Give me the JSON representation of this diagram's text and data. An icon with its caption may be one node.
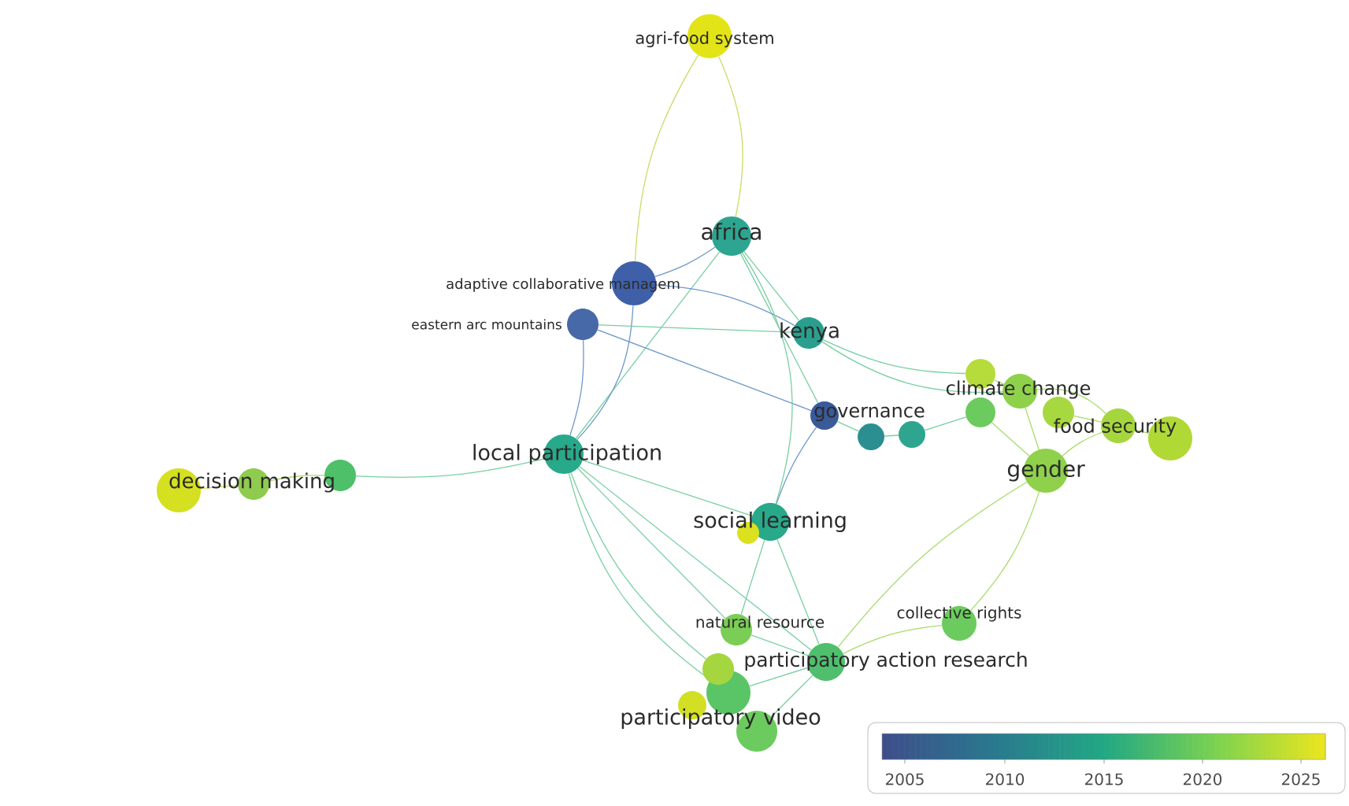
{
  "diagram": {
    "nodes": [
      {
        "text": [
          "agri-food system"
        ]
      },
      {
        "text": [
          "africa"
        ]
      },
      {
        "text": [
          "adaptive collaborative managem"
        ]
      },
      {
        "text": [
          "eastern arc mountains"
        ]
      },
      {
        "text": [
          "kenya"
        ]
      },
      {
        "text": [
          "governance"
        ]
      },
      {
        "text": [],
        "shape": "circle"
      },
      {
        "text": [],
        "shape": "circle"
      },
      {
        "text": [
          "climate change"
        ]
      },
      {
        "text": [],
        "shape": "circle"
      },
      {
        "text": [],
        "shape": "circle"
      },
      {
        "text": [
          "food security"
        ]
      },
      {
        "text": [],
        "shape": "circle"
      },
      {
        "text": [],
        "shape": "circle"
      },
      {
        "text": [
          "gender"
        ]
      },
      {
        "text": [
          "local participation"
        ]
      },
      {
        "text": [
          "decision making"
        ]
      },
      {
        "text": [],
        "shape": "circle"
      },
      {
        "text": [],
        "shape": "circle"
      },
      {
        "text": [
          "social learning"
        ]
      },
      {
        "text": [],
        "shape": "circle"
      },
      {
        "text": [
          "natural resource"
        ]
      },
      {
        "text": [
          "collective rights"
        ]
      },
      {
        "text": [
          "participatory action research"
        ]
      },
      {
        "text": [
          "participatory video"
        ]
      },
      {
        "text": [],
        "shape": "circle"
      },
      {
        "text": [],
        "shape": "circle"
      },
      {
        "text": [],
        "shape": "circle"
      }
    ],
    "edges": [
      {
        "from": 0,
        "to": 1,
        "arrow": "none",
        "color": "#c4df63"
      },
      {
        "from": 0,
        "to": 2,
        "arrow": "none",
        "color": "#c4df63"
      },
      {
        "from": 1,
        "to": 2,
        "arrow": "none",
        "color": "#6e98c8"
      },
      {
        "from": 1,
        "to": 4,
        "arrow": "none"
      },
      {
        "from": 1,
        "to": 15,
        "arrow": "none"
      },
      {
        "from": 1,
        "to": 5,
        "arrow": "none"
      },
      {
        "from": 2,
        "to": 15,
        "arrow": "none",
        "color": "#6e98c8"
      },
      {
        "from": 3,
        "to": 15,
        "arrow": "none",
        "color": "#6e98c8"
      },
      {
        "from": 2,
        "to": 4,
        "arrow": "none",
        "color": "#6e98c8"
      },
      {
        "from": 3,
        "to": 5,
        "arrow": "none",
        "color": "#6e98c8"
      },
      {
        "from": 3,
        "to": 4,
        "arrow": "none"
      },
      {
        "from": 4,
        "to": 9,
        "arrow": "none"
      },
      {
        "from": 4,
        "to": 8,
        "arrow": "none"
      },
      {
        "from": 5,
        "to": 6,
        "arrow": "none"
      },
      {
        "from": 6,
        "to": 7,
        "arrow": "none"
      },
      {
        "from": 7,
        "to": 10,
        "arrow": "none"
      },
      {
        "from": 5,
        "to": 19,
        "arrow": "none",
        "color": "#6e98c8"
      },
      {
        "from": 1,
        "to": 19,
        "arrow": "none"
      },
      {
        "from": 15,
        "to": 18,
        "arrow": "none"
      },
      {
        "from": 18,
        "to": 16,
        "arrow": "none",
        "color": "#a8dc6a"
      },
      {
        "from": 16,
        "to": 17,
        "arrow": "none",
        "color": "#c4df63"
      },
      {
        "from": 15,
        "to": 19,
        "arrow": "none"
      },
      {
        "from": 15,
        "to": 23,
        "arrow": "none"
      },
      {
        "from": 15,
        "to": 24,
        "arrow": "none"
      },
      {
        "from": 15,
        "to": 21,
        "arrow": "none"
      },
      {
        "from": 19,
        "to": 21,
        "arrow": "none"
      },
      {
        "from": 19,
        "to": 23,
        "arrow": "none"
      },
      {
        "from": 23,
        "to": 22,
        "arrow": "none",
        "color": "#a8dc6a"
      },
      {
        "from": 22,
        "to": 14,
        "arrow": "none",
        "color": "#a8dc6a"
      },
      {
        "from": 23,
        "to": 14,
        "arrow": "none",
        "color": "#a8dc6a"
      },
      {
        "from": 14,
        "to": 8,
        "arrow": "none",
        "color": "#a8dc6a"
      },
      {
        "from": 14,
        "to": 11,
        "arrow": "none",
        "color": "#a8dc6a"
      },
      {
        "from": 8,
        "to": 11,
        "arrow": "none",
        "color": "#a8dc6a"
      },
      {
        "from": 11,
        "to": 13,
        "arrow": "none",
        "color": "#a8dc6a"
      },
      {
        "from": 12,
        "to": 11,
        "arrow": "none",
        "color": "#a8dc6a"
      },
      {
        "from": 9,
        "to": 8,
        "arrow": "none",
        "color": "#a8dc6a"
      },
      {
        "from": 10,
        "to": 14,
        "arrow": "none",
        "color": "#a8dc6a"
      },
      {
        "from": 23,
        "to": 24,
        "arrow": "none"
      },
      {
        "from": 21,
        "to": 23,
        "arrow": "none"
      },
      {
        "from": 26,
        "to": 23,
        "arrow": "none"
      },
      {
        "from": 27,
        "to": 15,
        "arrow": "none"
      }
    ],
    "labels": [
      "2005",
      "2010",
      "2015",
      "2020",
      "2025"
    ]
  }
}
